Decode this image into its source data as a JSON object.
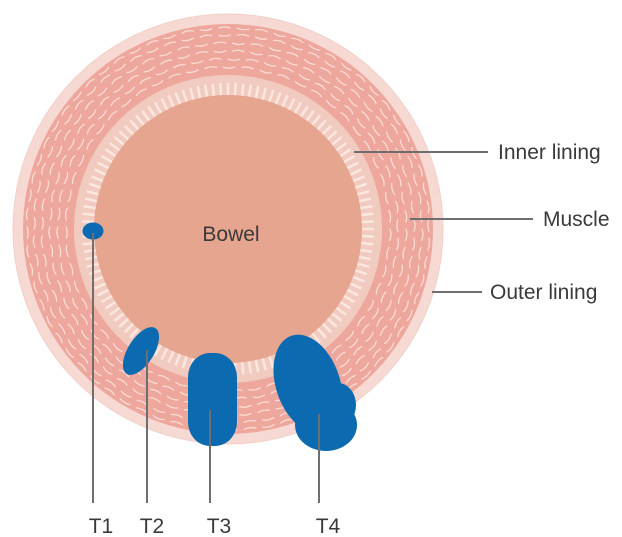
{
  "center_label": "Bowel",
  "layer_labels": {
    "inner": "Inner lining",
    "muscle": "Muscle",
    "outer": "Outer lining"
  },
  "stages": [
    {
      "id": "t1",
      "label": "T1"
    },
    {
      "id": "t2",
      "label": "T2"
    },
    {
      "id": "t3",
      "label": "T3"
    },
    {
      "id": "t4",
      "label": "T4"
    }
  ],
  "colors": {
    "outer_lining": "#f7d9d3",
    "muscle": "#eea79d",
    "muscle_fiber": "#f9dcd6",
    "inner_lining": "#f1cbbf",
    "villi": "#fbe6e0",
    "lumen": "#e5a58f",
    "tumour": "#0b6ab0",
    "leader_line": "#6e6e6e",
    "text": "#3a3a3a"
  }
}
